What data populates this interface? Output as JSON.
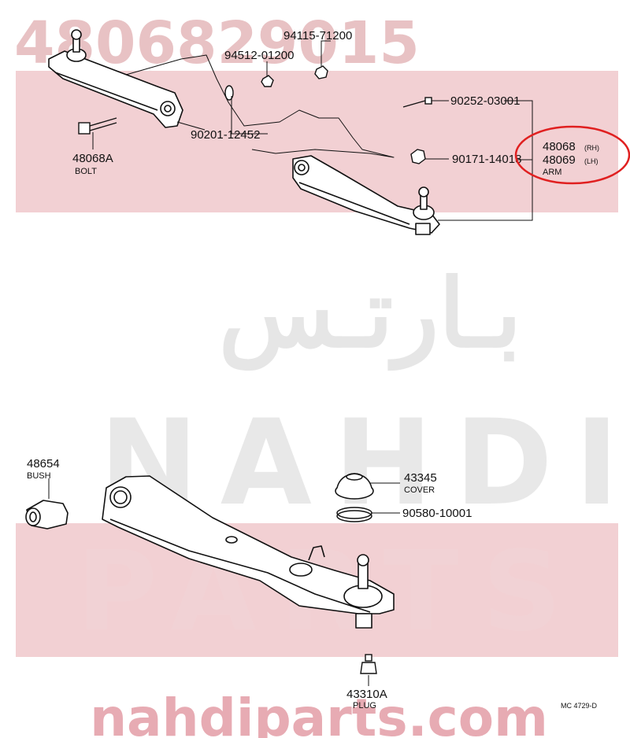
{
  "watermark": {
    "part_number": "4806829015",
    "arabic_name": "بـارتـس",
    "brand_big": "NAHDI",
    "brand_big_2": "PARTS",
    "site": "nahdiparts.com",
    "accent": "#d9939a"
  },
  "highlight_color": "#e02020",
  "callouts": {
    "c1": "94115-71200",
    "c2": "94512-01200",
    "c3": "90252-03001",
    "c4": "90201-12452",
    "c5_num": "48068A",
    "c5_name": "BOLT",
    "c6": "90171-14018",
    "arm_rh_num": "48068",
    "arm_rh_side": "(RH)",
    "arm_lh_num": "48069",
    "arm_lh_side": "(LH)",
    "arm_name": "ARM",
    "bush_num": "48654",
    "bush_name": "BUSH",
    "cover_num": "43345",
    "cover_name": "COVER",
    "ring_num": "90580-10001",
    "plug_num": "43310A",
    "plug_name": "PLUG"
  },
  "figure_code": "MC 4729-D"
}
